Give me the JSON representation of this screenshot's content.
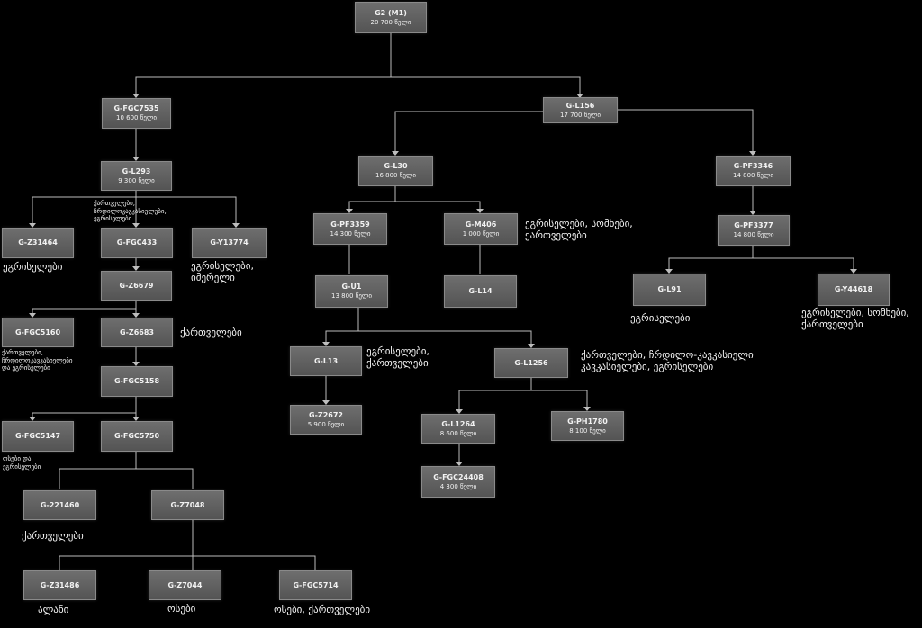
{
  "nodes": {
    "root": {
      "id": "G2 (M1)",
      "count": "20 700 წელი"
    },
    "b1": {
      "id": "G-FGC7535",
      "count": "10 600 წელი"
    },
    "b2": {
      "id": "G-L156",
      "count": "17 700 წელი"
    },
    "c1": {
      "id": "G-L293",
      "count": "9 300 წელი"
    },
    "c2": {
      "id": "G-L30",
      "count": "16 800 წელი"
    },
    "c3": {
      "id": "G-PF3346",
      "count": "14 800 წელი"
    },
    "d1": {
      "id": "G-Z31464",
      "count": ""
    },
    "d2": {
      "id": "G-FGC433",
      "count": ""
    },
    "d3": {
      "id": "G-Y13774",
      "count": ""
    },
    "d4": {
      "id": "G-PF3359",
      "count": "14 300 წელი"
    },
    "d5": {
      "id": "G-M406",
      "count": "1 000 წელი"
    },
    "d6": {
      "id": "G-PF3377",
      "count": "14 800 წელი"
    },
    "e1": {
      "id": "G-Z6679",
      "count": ""
    },
    "e2": {
      "id": "G-U1",
      "count": "13 800 წელი"
    },
    "e3": {
      "id": "G-L14",
      "count": ""
    },
    "e4": {
      "id": "G-L91",
      "count": ""
    },
    "e5": {
      "id": "G-Y44618",
      "count": ""
    },
    "f1": {
      "id": "G-FGC5160",
      "count": ""
    },
    "f2": {
      "id": "G-Z6683",
      "count": ""
    },
    "g1": {
      "id": "G-FGC5158",
      "count": ""
    },
    "h1": {
      "id": "G-FGC5147",
      "count": ""
    },
    "h2": {
      "id": "G-FGC5750",
      "count": ""
    },
    "i1": {
      "id": "G-L13",
      "count": ""
    },
    "i2": {
      "id": "G-L1256",
      "count": ""
    },
    "j1": {
      "id": "G-Z2672",
      "count": "5 900 წელი"
    },
    "j2": {
      "id": "G-L1264",
      "count": "8 600 წელი"
    },
    "j3": {
      "id": "G-PH1780",
      "count": "8 100 წელი"
    },
    "k1": {
      "id": "G-FGC24408",
      "count": "4 300 წელი"
    },
    "l1": {
      "id": "G-221460",
      "count": ""
    },
    "l2": {
      "id": "G-Z7048",
      "count": ""
    },
    "m1": {
      "id": "G-Z31486",
      "count": ""
    },
    "m2": {
      "id": "G-Z7044",
      "count": ""
    },
    "m3": {
      "id": "G-FGC5714",
      "count": ""
    }
  },
  "labels": {
    "c1_note": "ქართველები,\nჩრდილოკავკასიელები,\nეგრისელები",
    "d1_note": "ეგრისელები",
    "d3_note": "ეგრისელები,\nიმერელი",
    "d5_note": "ეგრისელები, სომხები,\nქართველები",
    "e4_note": "ეგრისელები",
    "e5_note": "ეგრისელები, სომხები,\nქართველები",
    "f1_note": "ქართველები,\nჩრდილოკავკასიელები\nდა ეგრისელები",
    "f2_note": "ქართველები",
    "h1_note": "ოსები და\nეგრისელები",
    "i1_note": "ეგრისელები,\nქართველები",
    "i2_note": "ქართველები, ჩრდილო-კავკასიელი\nკავკასიელები, ეგრისელები",
    "l1_note": "ქართველები",
    "m1_note": "ალანი",
    "m2_note": "ოსები",
    "m3_note": "ოსები, ქართველები"
  }
}
